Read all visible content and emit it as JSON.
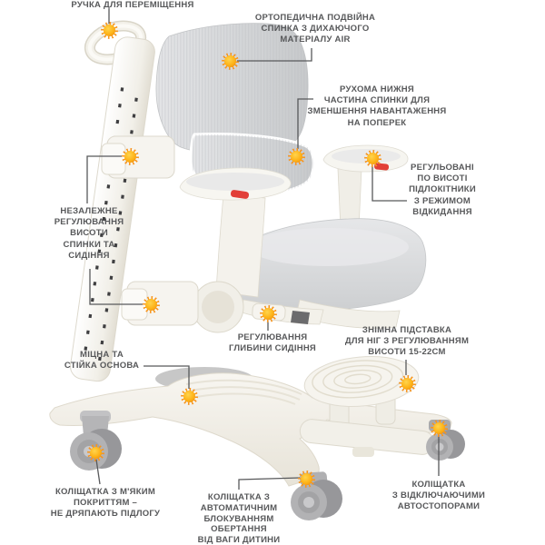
{
  "product": "ergonomic-children-chair",
  "language": "uk",
  "colors": {
    "background": "#ffffff",
    "text": "#57585a",
    "leader_line": "#58595b",
    "marker_outer": "#f7941e",
    "marker_core": "#fdb217",
    "marker_highlight": "#ffd44d",
    "chair_mesh_grey": "#d2d4d6",
    "chair_seat_grey": "#d6d7d9",
    "chair_cream": "#f3f0e9",
    "wheel_grey": "#a8a8aa",
    "accent_red": "#e23f38",
    "base_plate_grey": "#c7c7c7"
  },
  "icons": {
    "marker": "sun-burst-icon"
  },
  "annotations": [
    {
      "id": "handle",
      "lines": [
        "РУЧКА ДЛЯ ПЕРЕМІЩЕННЯ"
      ]
    },
    {
      "id": "backrest",
      "lines": [
        "ОРТОПЕДИЧНА ПОДВІЙНА",
        "СПИНКА З ДИХАЮЧОГО",
        "МАТЕРІАЛУ AIR"
      ]
    },
    {
      "id": "lumbar",
      "lines": [
        "РУХОМА НИЖНЯ",
        "ЧАСТИНА СПИНКИ ДЛЯ",
        "ЗМЕНШЕННЯ НАВАНТАЖЕННЯ",
        "НА ПОПЕРЕК"
      ]
    },
    {
      "id": "armrests",
      "lines": [
        "РЕГУЛЬОВАНІ",
        "ПО ВИСОТІ",
        "ПІДЛОКІТНИКИ",
        "З РЕЖИМОМ",
        "ВІДКИДАННЯ"
      ]
    },
    {
      "id": "height",
      "lines": [
        "НЕЗАЛЕЖНЕ",
        "РЕГУЛЮВАННЯ",
        "ВИСОТИ",
        "СПИНКИ ТА",
        "СИДІННЯ"
      ]
    },
    {
      "id": "base",
      "lines": [
        "МІЦНА ТА",
        "СТІЙКА ОСНОВА"
      ]
    },
    {
      "id": "seat_depth",
      "lines": [
        "РЕГУЛЮВАННЯ",
        "ГЛИБИНИ СИДІННЯ"
      ]
    },
    {
      "id": "footrest",
      "lines": [
        "ЗНІМНА ПІДСТАВКА",
        "ДЛЯ НІГ З РЕГУЛЮВАННЯМ",
        "ВИСОТИ 15-22СМ"
      ]
    },
    {
      "id": "wheels_soft",
      "lines": [
        "КОЛІЩАТКА З М'ЯКИМ",
        "ПОКРИТТЯМ –",
        "НЕ ДРЯПАЮТЬ ПІДЛОГУ"
      ]
    },
    {
      "id": "wheels_autolock",
      "lines": [
        "КОЛІЩАТКА З",
        "АВТОМАТИЧНИМ",
        "БЛОКУВАННЯМ",
        "ОБЕРТАННЯ",
        "ВІД ВАГИ ДИТИНИ"
      ]
    },
    {
      "id": "wheels_autostop",
      "lines": [
        "КОЛІЩАТКА",
        "З ВІДКЛЮЧАЮЧИМИ",
        "АВТОСТОПОРАМИ"
      ]
    }
  ]
}
